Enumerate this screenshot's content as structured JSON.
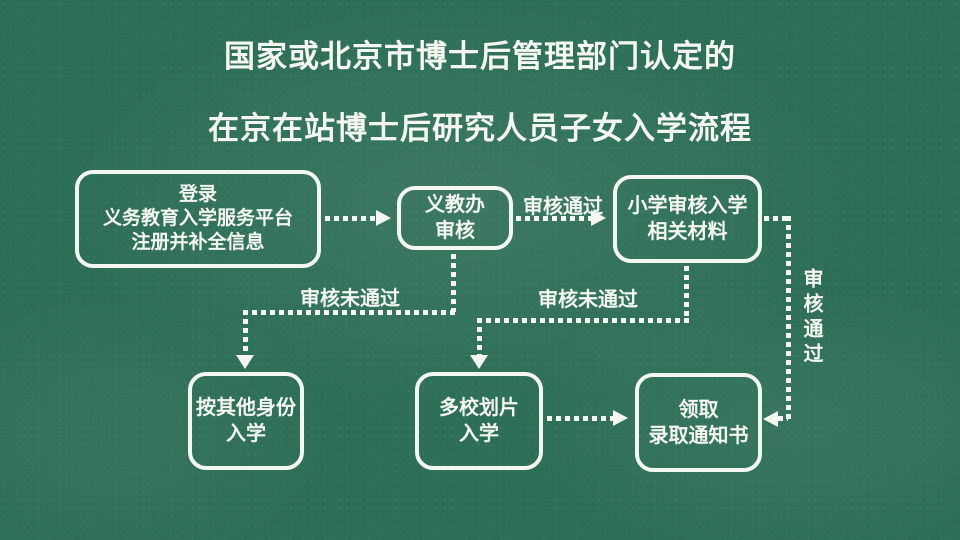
{
  "title": {
    "line1": "国家或北京市博士后管理部门认定的",
    "line2": "在京在站博士后研究人员子女入学流程"
  },
  "nodes": {
    "login": {
      "lines": [
        "登录",
        "义务教育入学服务平台",
        "注册并补全信息"
      ]
    },
    "office_review": {
      "lines": [
        "义教办",
        "审核"
      ]
    },
    "school_review": {
      "lines": [
        "小学审核入学",
        "相关材料"
      ]
    },
    "other_identity": {
      "lines": [
        "按其他身份",
        "入学"
      ]
    },
    "multi_school": {
      "lines": [
        "多校划片",
        "入学"
      ]
    },
    "admission_notice": {
      "lines": [
        "领取",
        "录取通知书"
      ]
    }
  },
  "edge_labels": {
    "review_passed_1": "审核通过",
    "review_failed_1": "审核未通过",
    "review_failed_2": "审核未通过",
    "review_passed_2": "审核通过"
  },
  "colors": {
    "board_green": "#2d6e56",
    "chalk_white": "#f4f6f0"
  }
}
